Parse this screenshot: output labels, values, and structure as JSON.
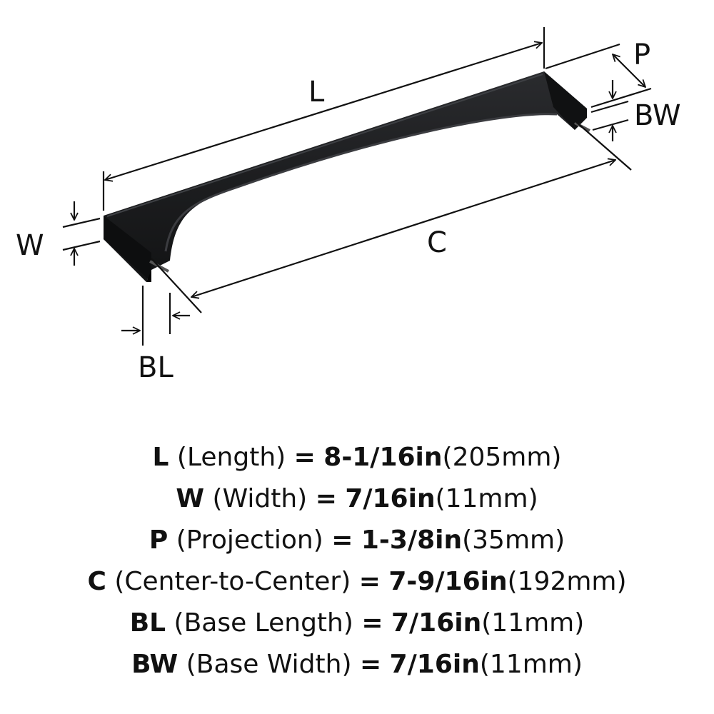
{
  "diagram": {
    "labels": {
      "L": "L",
      "P": "P",
      "BW": "BW",
      "W": "W",
      "C": "C",
      "BL": "BL"
    }
  },
  "specs": [
    {
      "symbol": "L",
      "name": "(Length)",
      "equals": "=",
      "inches": "8-1/16in",
      "mm": "(205mm)"
    },
    {
      "symbol": "W",
      "name": "(Width)",
      "equals": "=",
      "inches": "7/16in",
      "mm": "(11mm)"
    },
    {
      "symbol": "P",
      "name": "(Projection)",
      "equals": "=",
      "inches": "1-3/8in",
      "mm": "(35mm)"
    },
    {
      "symbol": "C",
      "name": "(Center-to-Center)",
      "equals": "=",
      "inches": "7-9/16in",
      "mm": "(192mm)"
    },
    {
      "symbol": "BL",
      "name": "(Base Length)",
      "equals": "=",
      "inches": "7/16in",
      "mm": "(11mm)"
    },
    {
      "symbol": "BW",
      "name": "(Base Width)",
      "equals": "=",
      "inches": "7/16in",
      "mm": "(11mm)"
    }
  ]
}
